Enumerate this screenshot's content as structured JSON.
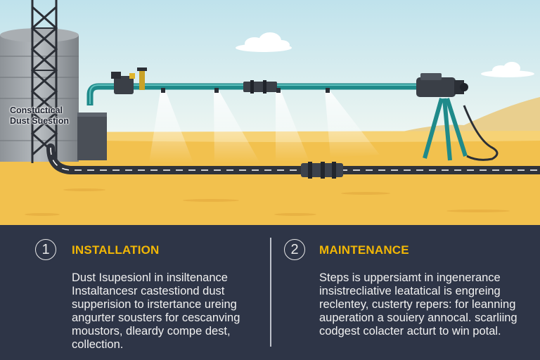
{
  "scene": {
    "tank_label": [
      "Constuctical",
      "Dust Suestion"
    ],
    "colors": {
      "sky": "#d6ecf2",
      "sand": "#f2c14e",
      "pipe": "#1f8a8a",
      "road": "#3a3f4a",
      "panel": "#2e3547",
      "accent": "#f2b705"
    }
  },
  "steps": [
    {
      "number": "1",
      "title": "INSTALLATION",
      "lines": [
        "Dust Isupesionl in insiltenance",
        "Instaltancesr castestiond dust",
        "supperision to irstertance ureing",
        "angurter sousters for cescanving",
        "moustors, dleardy compe dest,",
        "collection."
      ]
    },
    {
      "number": "2",
      "title": "MAINTENANCE",
      "lines": [
        "Steps is uppersiamt in ingenerance",
        "insistrecliative leatatical is engreing",
        "reclentey, custerty repers: for leanning",
        "auperation a souiery annocal. scarliing",
        "codgest colacter acturt to win potal."
      ]
    }
  ]
}
